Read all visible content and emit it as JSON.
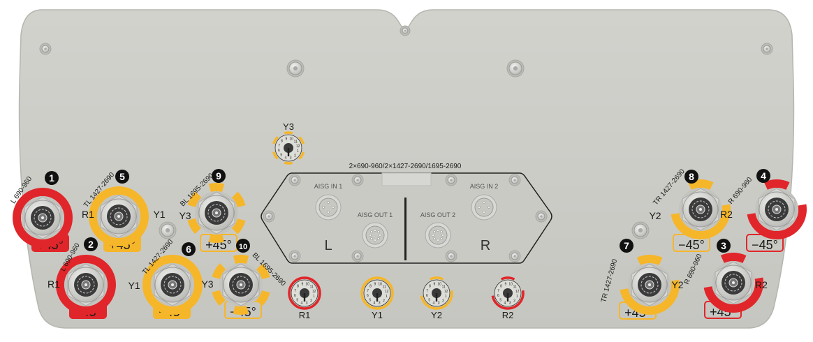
{
  "colors": {
    "panel": "#cbcbc6",
    "red": "#e0262a",
    "yellow": "#f5b62a",
    "text": "#1a1a1a"
  },
  "aisg_panel": {
    "title": "2×690-960/2×1427-2690/1695-2690",
    "in1": "AISG IN 1",
    "out1": "AISG OUT 1",
    "out2": "AISG OUT 2",
    "in2": "AISG IN 2",
    "left": "L",
    "right": "R"
  },
  "dials": [
    {
      "label": "Y3",
      "color": "yellow",
      "ring": "segments"
    },
    {
      "label": "R1",
      "color": "red",
      "ring": "full"
    },
    {
      "label": "Y1",
      "color": "yellow",
      "ring": "full"
    },
    {
      "label": "Y2",
      "color": "yellow",
      "ring": "partial"
    },
    {
      "label": "R2",
      "color": "red",
      "ring": "partial"
    }
  ],
  "connectors": [
    {
      "number": "1",
      "band": "L 690-960",
      "port": "R1",
      "polarization": "+45°",
      "color": "red",
      "ring": "full"
    },
    {
      "number": "2",
      "band": "L 690-960",
      "port": "R1",
      "polarization": "−45°",
      "color": "red",
      "ring": "full"
    },
    {
      "number": "5",
      "band": "TL 1427-2690",
      "port": "R1",
      "port2": "Y1",
      "polarization": "+45°",
      "color": "yellow",
      "ring": "full"
    },
    {
      "number": "6",
      "band": "TL 1427-2690",
      "port": "Y1",
      "port2": "Y3",
      "polarization": "−45°",
      "color": "yellow",
      "ring": "full"
    },
    {
      "number": "9",
      "band": "BL 1695-2690",
      "port": "Y3",
      "polarization": "+45°",
      "color": "yellow",
      "ring": "segments"
    },
    {
      "number": "10",
      "band": "BL 1695-2690",
      "polarization": "−45°",
      "color": "yellow",
      "ring": "segments"
    },
    {
      "number": "8",
      "band": "TR 1427-2690",
      "port": "Y2",
      "port2": "R2",
      "polarization": "−45°",
      "color": "yellow",
      "ring": "partial"
    },
    {
      "number": "4",
      "band": "R 690-960",
      "polarization": "−45°",
      "color": "red",
      "ring": "partial"
    },
    {
      "number": "7",
      "band": "TR 1427-2690",
      "port": "Y2",
      "polarization": "+45°",
      "color": "yellow",
      "ring": "partial"
    },
    {
      "number": "3",
      "band": "R 690-960",
      "port": "R2",
      "polarization": "+45°",
      "color": "red",
      "ring": "partial"
    }
  ]
}
